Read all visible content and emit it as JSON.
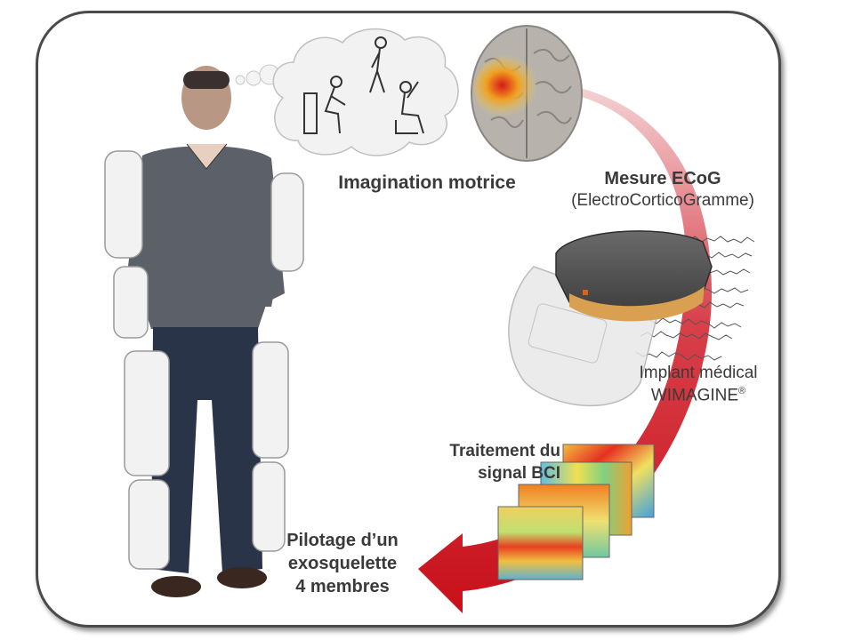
{
  "labels": {
    "imagination": "Imagination motrice",
    "ecog_title": "Mesure ECoG",
    "ecog_sub": "(ElectroCorticoGramme)",
    "implant_line1": "Implant médical",
    "implant_line2": "WIMAGINE",
    "implant_mark": "®",
    "bci_line1": "Traitement du",
    "bci_line2": "signal BCI",
    "pilot_line1": "Pilotage d’un",
    "pilot_line2": "exosquelette",
    "pilot_line3": "4 membres"
  },
  "colors": {
    "text": "#3a3a3a",
    "arrow": "#c8101a",
    "frame": "#4a4a4a"
  }
}
